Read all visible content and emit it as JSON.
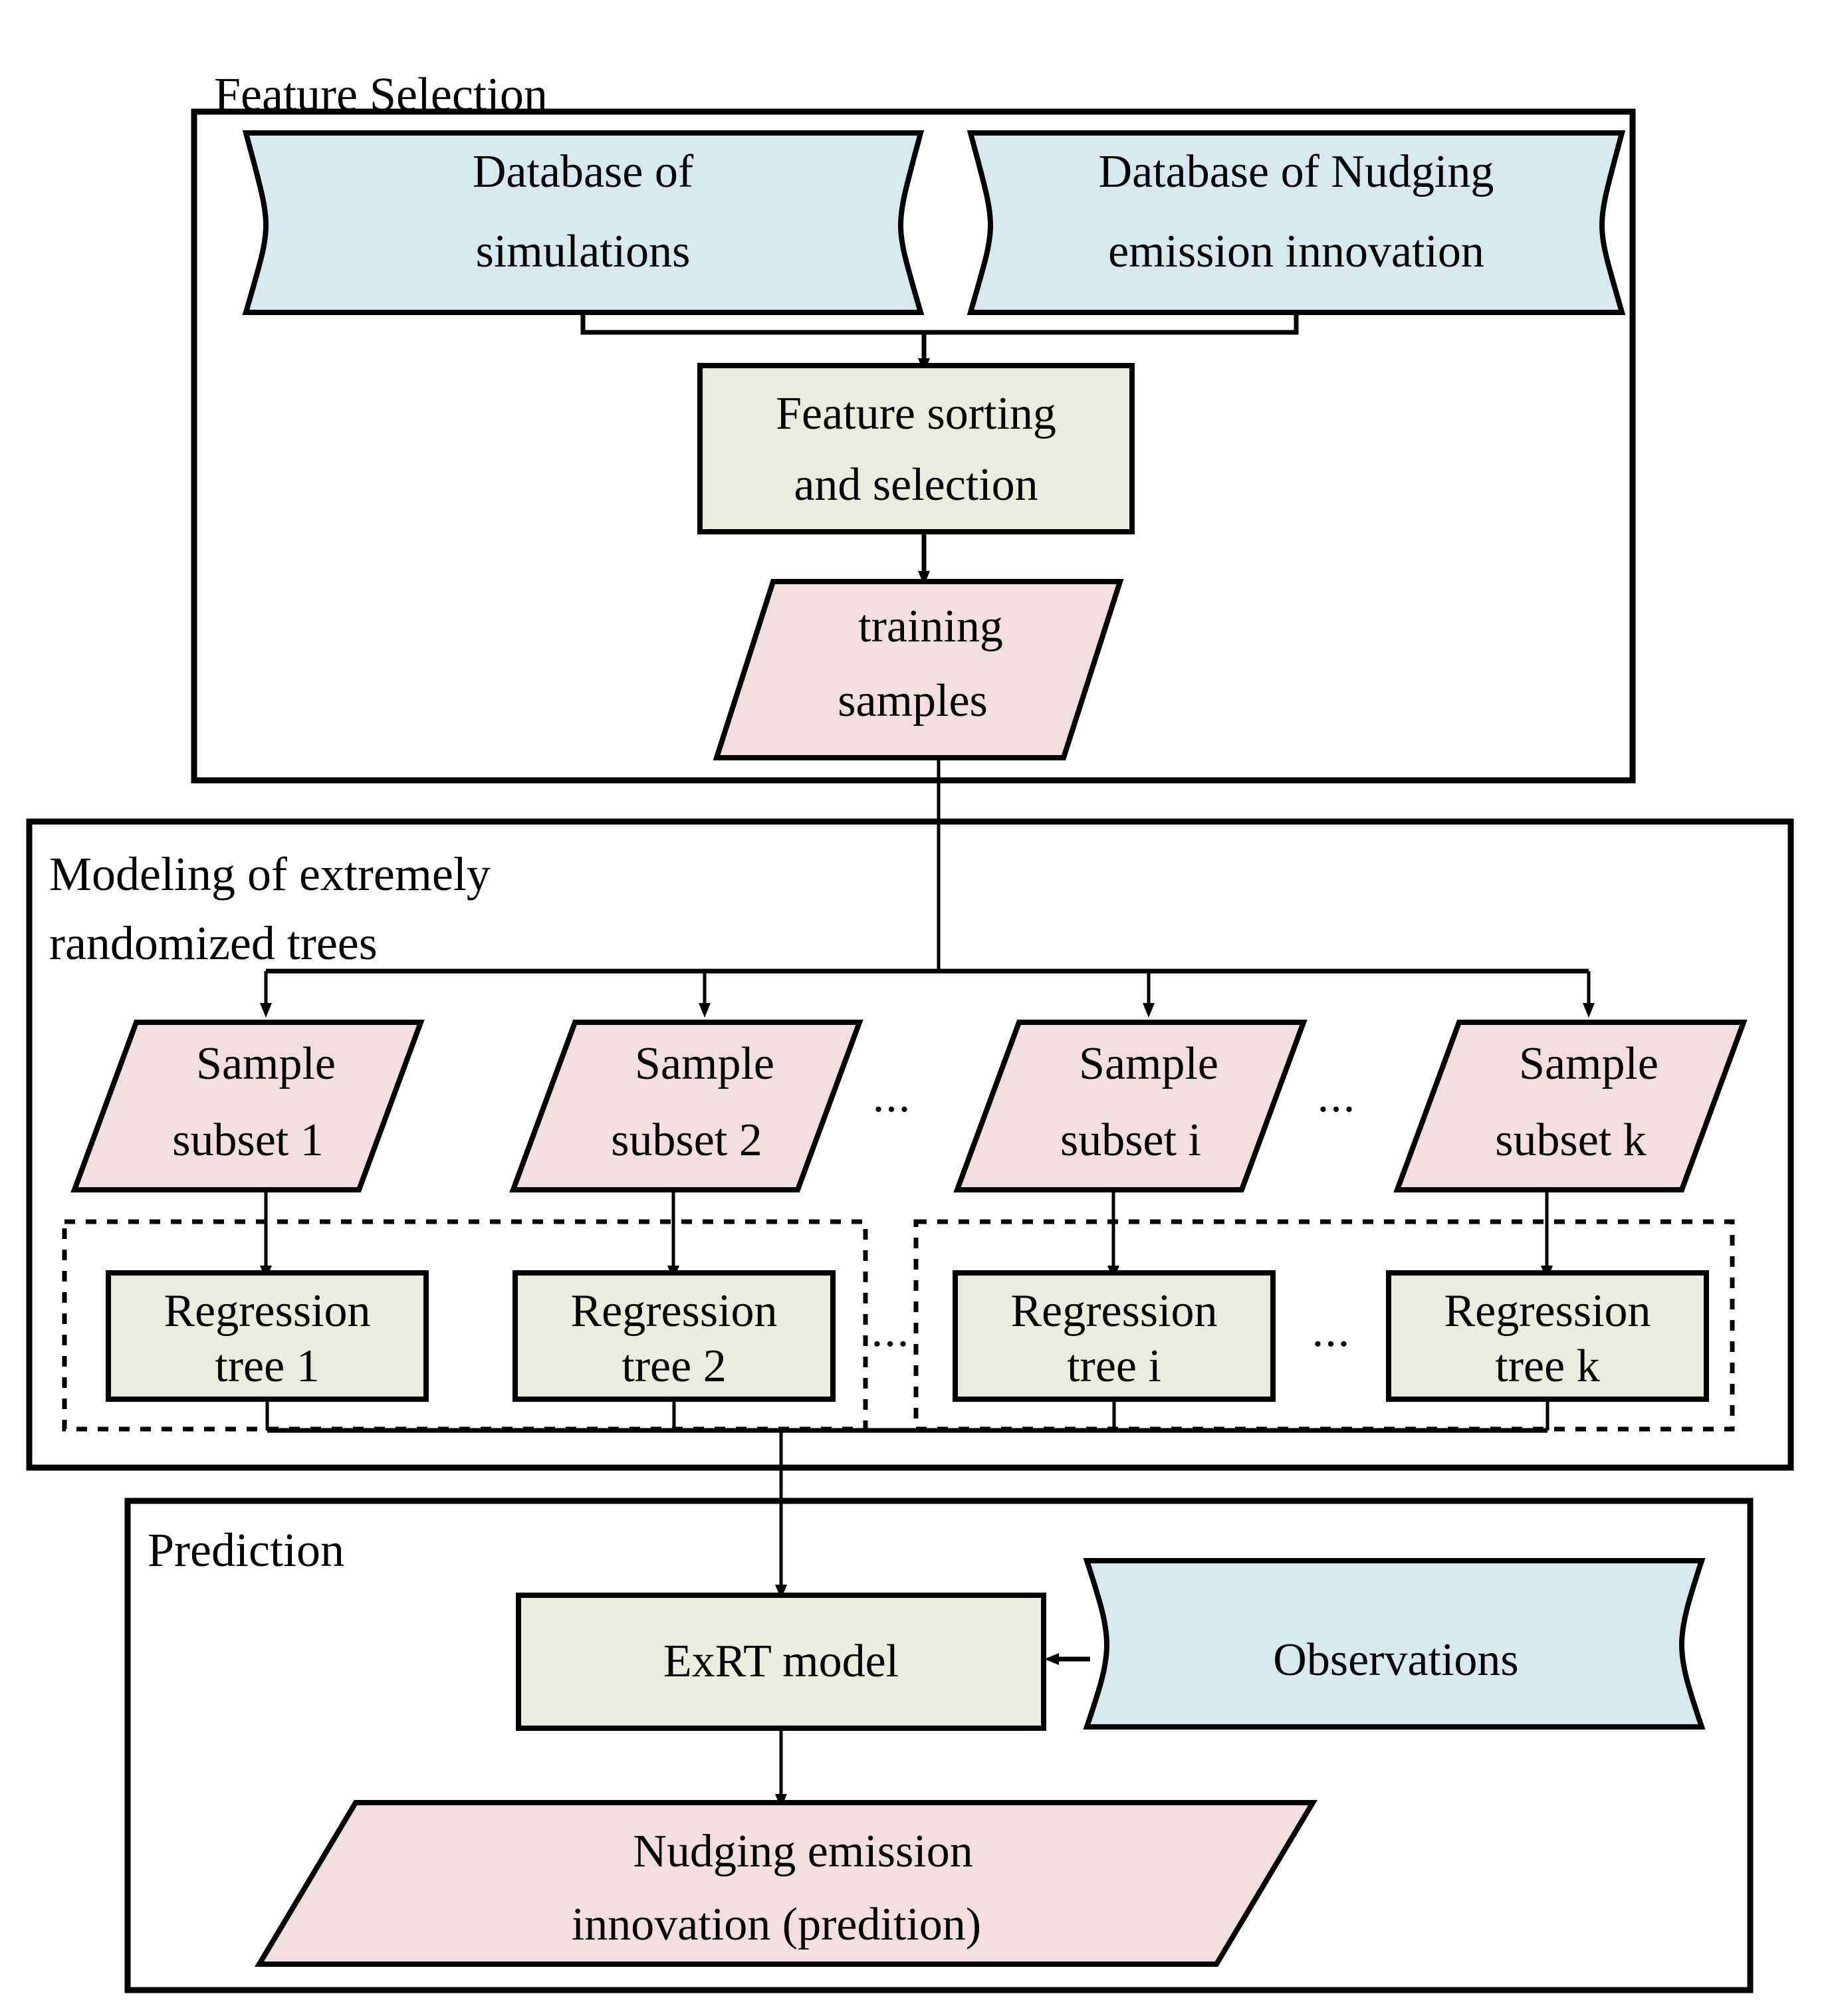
{
  "diagram": {
    "title_semantic": "ExRT nudging emission innovation workflow",
    "colors": {
      "database_fill": "#d8e8ef",
      "process_fill": "#e8eedb",
      "data_fill": "#f2dede",
      "outline": "#000000",
      "background": "#ffffff"
    },
    "groups": [
      {
        "id": "feature-selection",
        "label": "Feature Selection"
      },
      {
        "id": "modeling",
        "label_line1": "Modeling of extremely",
        "label_line2": "randomized trees"
      },
      {
        "id": "prediction",
        "label": "Prediction"
      }
    ],
    "nodes": {
      "db_simulations": {
        "line1": "Database of",
        "line2": "simulations",
        "shape": "document",
        "fill": "database_fill"
      },
      "db_nudging": {
        "line1": "Database of Nudging",
        "line2": "emission innovation",
        "shape": "document",
        "fill": "database_fill"
      },
      "feature_sorting": {
        "line1": "Feature sorting",
        "line2": "and selection",
        "shape": "rect",
        "fill": "process_fill"
      },
      "training_samples": {
        "line1": "training",
        "line2": "samples",
        "shape": "parallelogram",
        "fill": "data_fill"
      },
      "sample_subsets": [
        {
          "line1": "Sample",
          "line2": "subset 1"
        },
        {
          "line1": "Sample",
          "line2": "subset 2"
        },
        {
          "line1": "Sample",
          "line2": "subset i"
        },
        {
          "line1": "Sample",
          "line2": "subset k"
        }
      ],
      "regression_trees": [
        {
          "line1": "Regression",
          "line2": "tree 1"
        },
        {
          "line1": "Regression",
          "line2": "tree 2"
        },
        {
          "line1": "Regression",
          "line2": "tree i"
        },
        {
          "line1": "Regression",
          "line2": "tree k"
        }
      ],
      "exrt_model": {
        "label": "ExRT model",
        "shape": "rect",
        "fill": "process_fill"
      },
      "observations": {
        "label": "Observations",
        "shape": "document",
        "fill": "database_fill"
      },
      "final_output": {
        "line1": "Nudging  emission",
        "line2": "innovation (predition)",
        "shape": "parallelogram",
        "fill": "data_fill"
      }
    },
    "ellipses": {
      "subsets_mid": "...",
      "subsets_right": "...",
      "trees_mid": "...",
      "trees_right": "..."
    }
  }
}
